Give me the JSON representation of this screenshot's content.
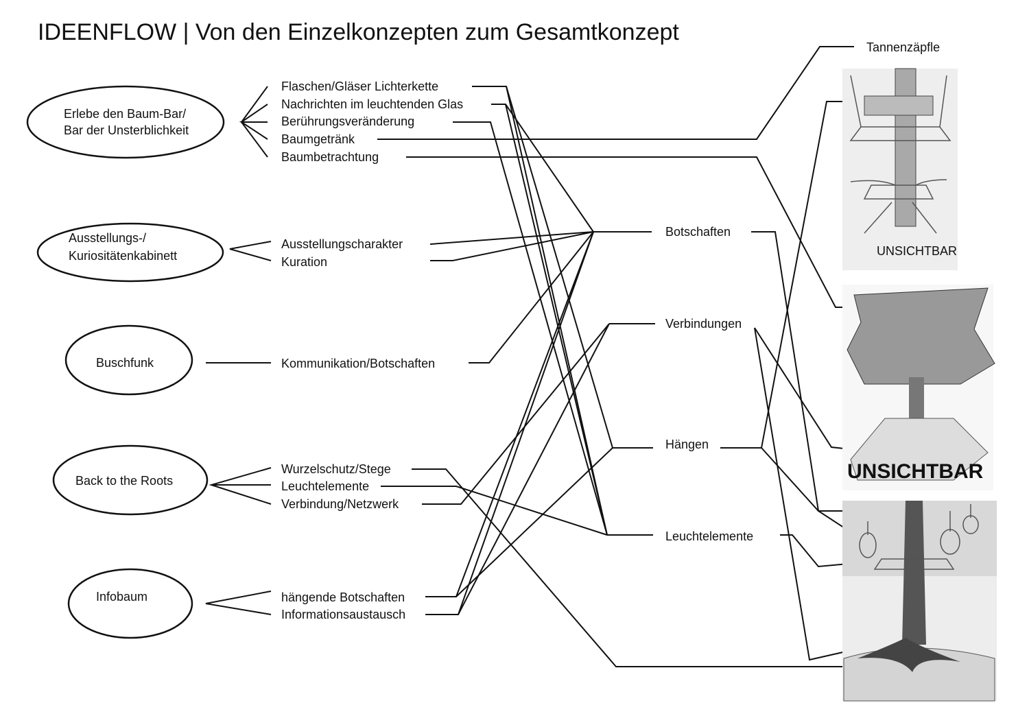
{
  "title": "IDEENFLOW | Von den Einzelkonzepten zum Gesamtkonzept",
  "concepts": [
    {
      "line1": "Erlebe den Baum-Bar/",
      "line2": "Bar der Unsterblichkeit"
    },
    {
      "line1": "Ausstellungs-/",
      "line2": "Kuriositätenkabinett"
    },
    {
      "line1": "Buschfunk",
      "line2": ""
    },
    {
      "line1": "Back to the Roots",
      "line2": ""
    },
    {
      "line1": "Infobaum",
      "line2": ""
    }
  ],
  "ideas": [
    "Flaschen/Gläser Lichterkette",
    "Nachrichten im leuchtenden Glas",
    "Berührungsveränderung",
    "Baumgetränk",
    "Baumbetrachtung",
    "Ausstellungscharakter",
    "Kuration",
    "Kommunikation/Botschaften",
    "Wurzelschutz/Stege",
    "Leuchtelemente",
    "Verbindung/Netzwerk",
    "hängende Botschaften",
    "Informationsaustausch"
  ],
  "themes": [
    "Botschaften",
    "Verbindungen",
    "Hängen",
    "Leuchtelemente"
  ],
  "final": {
    "tannenzaepfle": "Tannenzäpfle",
    "sign1": "UNSICHTBAR",
    "sign2": "UNSICHTBAR"
  }
}
